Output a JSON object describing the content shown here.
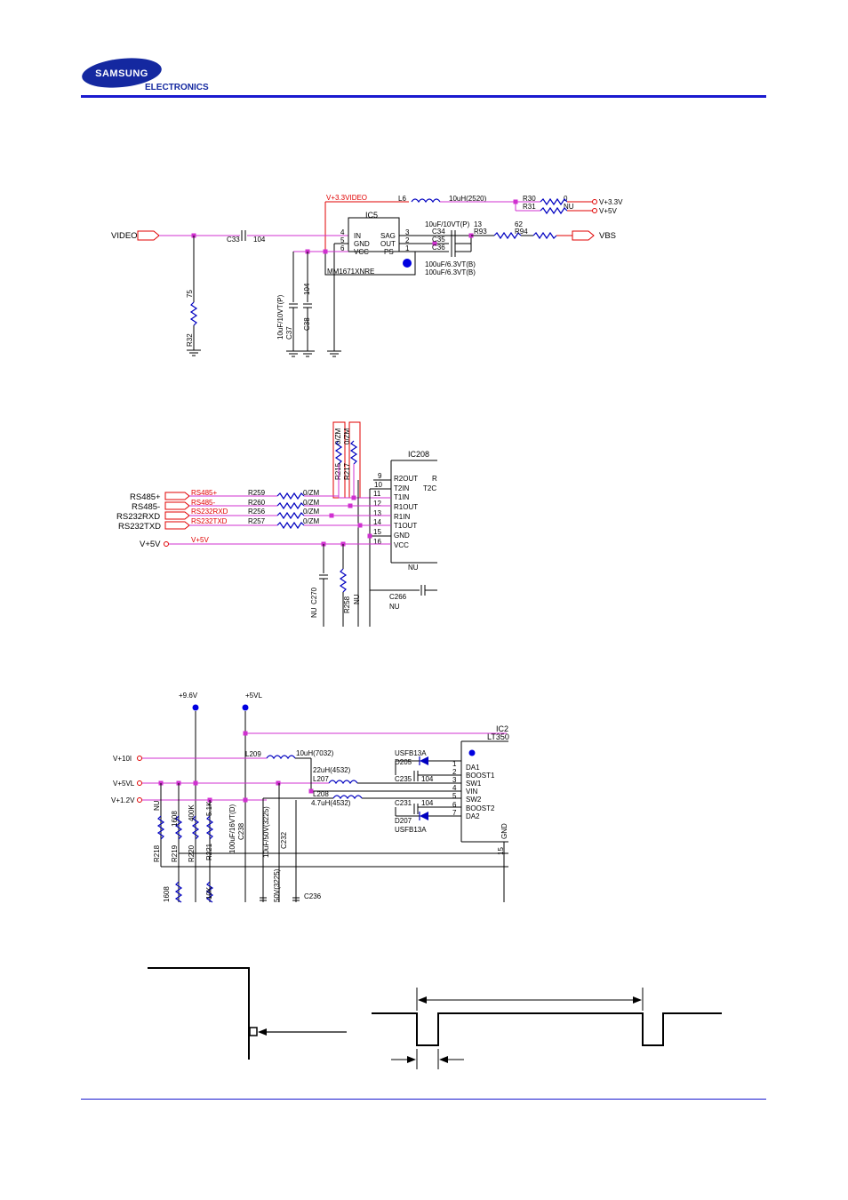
{
  "header": {
    "logo_word": "SAMSUNG",
    "logo_sub": "ELECTRONICS",
    "brand_color": "#1428a0",
    "rule_color": "#1a1acf"
  },
  "schematic1": {
    "power_label": "V+3.3VIDEO",
    "inductor": "L6",
    "inductor_value": "10uH(2520)",
    "r30": "R30",
    "r30_value": "0",
    "r31": "R31",
    "r31_value": "NU",
    "out_v33": "V+3.3V",
    "out_v5": "V+5V",
    "in_video": "VIDEO",
    "c33": "C33",
    "c33_value": "104",
    "ic_ref": "IC5",
    "ic_part": "MM1671XNRE",
    "pins_left": [
      "IN",
      "GND",
      "VCC"
    ],
    "pins_left_num": [
      "4",
      "5",
      "6"
    ],
    "pins_right": [
      "SAG",
      "OUT",
      "PS"
    ],
    "pins_right_num": [
      "3",
      "2",
      "1"
    ],
    "cap_top": "10uF/10VT(P)",
    "cap_top_pin": "13",
    "c34": "C34",
    "c35": "C35",
    "c36": "C36",
    "r93": "R93",
    "r94": "R94",
    "r94_value": "62",
    "out_vbs": "VBS",
    "cap_b1": "100uF/6.3VT(B)",
    "cap_b2": "100uF/6.3VT(B)",
    "r32_value": "75",
    "r32": "R32",
    "c37_value": "10uF/10VT(P)",
    "c37": "C37",
    "c38_value": "104",
    "c38": "C38"
  },
  "schematic2": {
    "ic_ref": "IC208",
    "r215": "R215",
    "r215_value": "0/ZM",
    "r217": "R217",
    "r217_value": "0/ZM",
    "inputs": [
      "RS485+",
      "RS485-",
      "RS232RXD",
      "RS232TXD",
      "V+5V"
    ],
    "net_labels": [
      "RS485+",
      "RS485-",
      "RS232RXD",
      "RS232TXD",
      "V+5V"
    ],
    "resistors": [
      "R259",
      "R260",
      "R256",
      "R257"
    ],
    "resistor_value": "0/ZM",
    "pin_numbers": [
      "9",
      "10",
      "11",
      "12",
      "13",
      "14",
      "15",
      "16"
    ],
    "pin_names": [
      "R2OUT",
      "T2IN",
      "T1IN",
      "R1OUT",
      "R1IN",
      "T1OUT",
      "GND",
      "VCC"
    ],
    "pin_right_1": "R",
    "pin_right_2": "T2C",
    "ic_nu": "NU",
    "c270": "C270",
    "c270_value": "NU",
    "r258": "R258",
    "r258_value": "NU",
    "c266": "C266",
    "c266_value": "NU"
  },
  "schematic3": {
    "rail1": "+9.6V",
    "rail2": "+5VL",
    "ic_ref": "IC2",
    "ic_part": "LT350",
    "inputs": [
      "V+10I",
      "V+5VL",
      "V+1.2V"
    ],
    "l209": "L209",
    "l209_value": "10uH(7032)",
    "l207": "L207",
    "l207_value": "22uH(4532)",
    "l208": "L208",
    "l208_value": "4.7uH(4532)",
    "d205": "D205",
    "d205_part": "USFB13A",
    "d207": "D207",
    "d207_part": "USFB13A",
    "c235": "C235",
    "c235_value": "104",
    "c231": "C231",
    "c231_value": "104",
    "pin_numbers": [
      "1",
      "2",
      "3",
      "4",
      "5",
      "6",
      "7"
    ],
    "pin_names": [
      "DA1",
      "BOOST1",
      "SW1",
      "VIN",
      "SW2",
      "BOOST2",
      "DA2"
    ],
    "pin_gnd": "GND",
    "pin_15": "15",
    "vert_labels": [
      "NU",
      "R218",
      "R219",
      "1608",
      "R220",
      "400K",
      "R221",
      "5.1K",
      "100uF/16VT(D)",
      "C238",
      "10uF/50V(3225)",
      "C232",
      "10K",
      "1608",
      "50V(3225)"
    ],
    "c236": "C236"
  },
  "timing": {}
}
